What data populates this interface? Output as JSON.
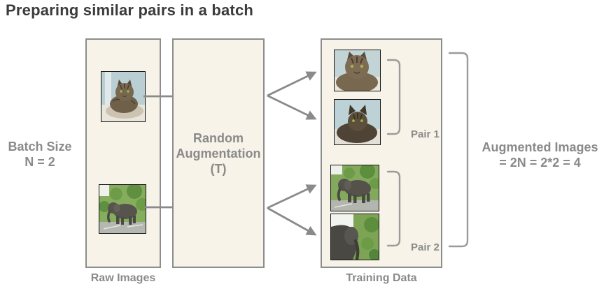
{
  "title": "Preparing similar pairs in a batch",
  "annotations": {
    "batch_size": "Batch Size\nN = 2",
    "augmented_total": "Augmented Images\n= 2N = 2*2 = 4"
  },
  "boxes": {
    "raw": {
      "caption": "Raw Images"
    },
    "augmentation": {
      "label": "Random\nAugmentation\n(T)"
    },
    "training": {
      "caption": "Training Data"
    }
  },
  "pairs": [
    {
      "label": "Pair 1"
    },
    {
      "label": "Pair 2"
    }
  ],
  "images": {
    "raw": [
      "cat-photo",
      "elephant-photo"
    ],
    "augmented": [
      "cat-augmented-1",
      "cat-augmented-2",
      "elephant-augmented-1",
      "elephant-augmented-2"
    ]
  },
  "colors": {
    "background": "#ffffff",
    "box_fill": "#f7f3e9",
    "box_border": "#8d8d8d",
    "label_gray": "#8a8a8a",
    "title_color": "#3b3b3b",
    "arrow_gray": "#8a8a8a",
    "bracket_gray": "#9b9b9b"
  }
}
